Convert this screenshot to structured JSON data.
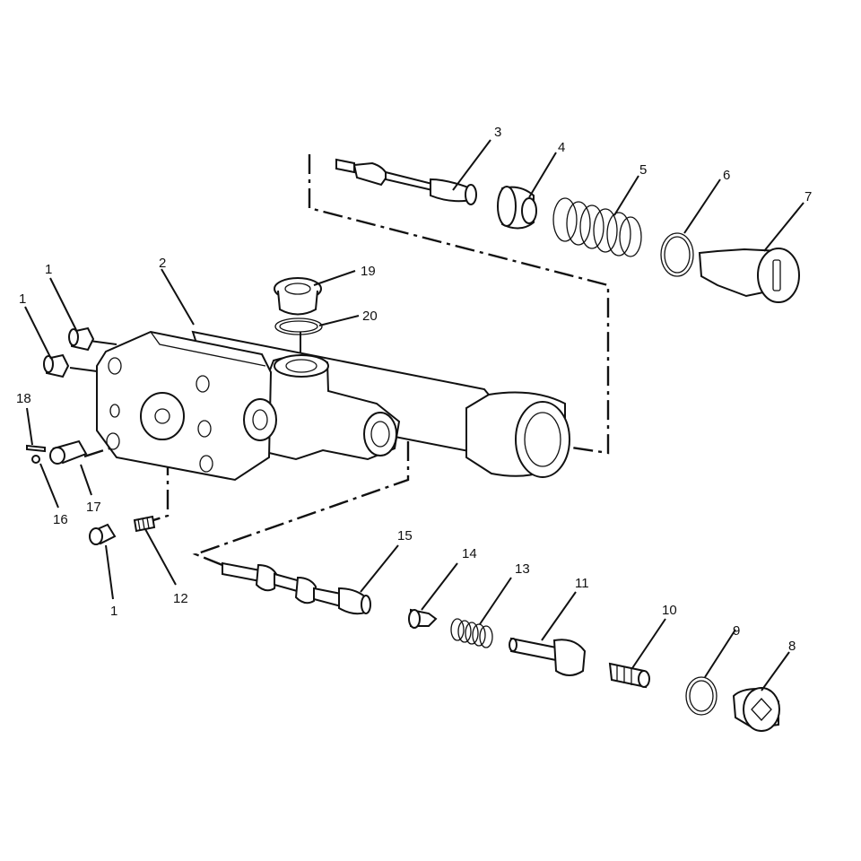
{
  "diagram": {
    "callouts": {
      "c1a": "1",
      "c1b": "1",
      "c1c": "1",
      "c2": "2",
      "c3": "3",
      "c4": "4",
      "c5": "5",
      "c6": "6",
      "c7": "7",
      "c8": "8",
      "c9": "9",
      "c10": "10",
      "c11": "11",
      "c12": "12",
      "c13": "13",
      "c14": "14",
      "c15": "15",
      "c16": "16",
      "c17": "17",
      "c18": "18",
      "c19": "19",
      "c20": "20"
    }
  }
}
